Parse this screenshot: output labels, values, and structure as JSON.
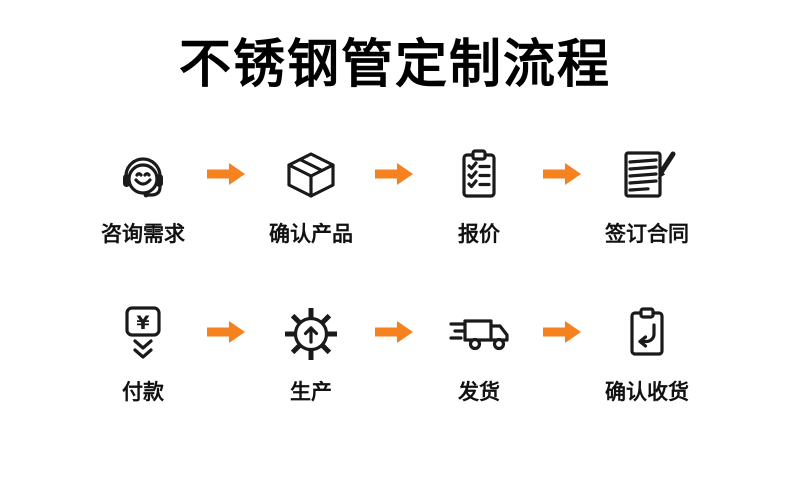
{
  "page": {
    "title": "不锈钢管定制流程",
    "background_color": "#ffffff",
    "text_color": "#000000",
    "accent_color": "#f5821f"
  },
  "icons": {
    "arrow": "arrow-right-icon",
    "payment_symbol": "¥"
  },
  "rows": [
    {
      "steps": [
        {
          "label": "咨询需求",
          "icon": "customer-service-headset-icon"
        },
        {
          "label": "确认产品",
          "icon": "package-box-icon"
        },
        {
          "label": "报价",
          "icon": "quotation-checklist-icon"
        },
        {
          "label": "签订合同",
          "icon": "sign-contract-pen-icon"
        }
      ]
    },
    {
      "steps": [
        {
          "label": "付款",
          "icon": "payment-yuan-icon"
        },
        {
          "label": "生产",
          "icon": "production-gear-icon"
        },
        {
          "label": "发货",
          "icon": "delivery-truck-icon"
        },
        {
          "label": "确认收货",
          "icon": "confirm-receipt-icon"
        }
      ]
    }
  ]
}
